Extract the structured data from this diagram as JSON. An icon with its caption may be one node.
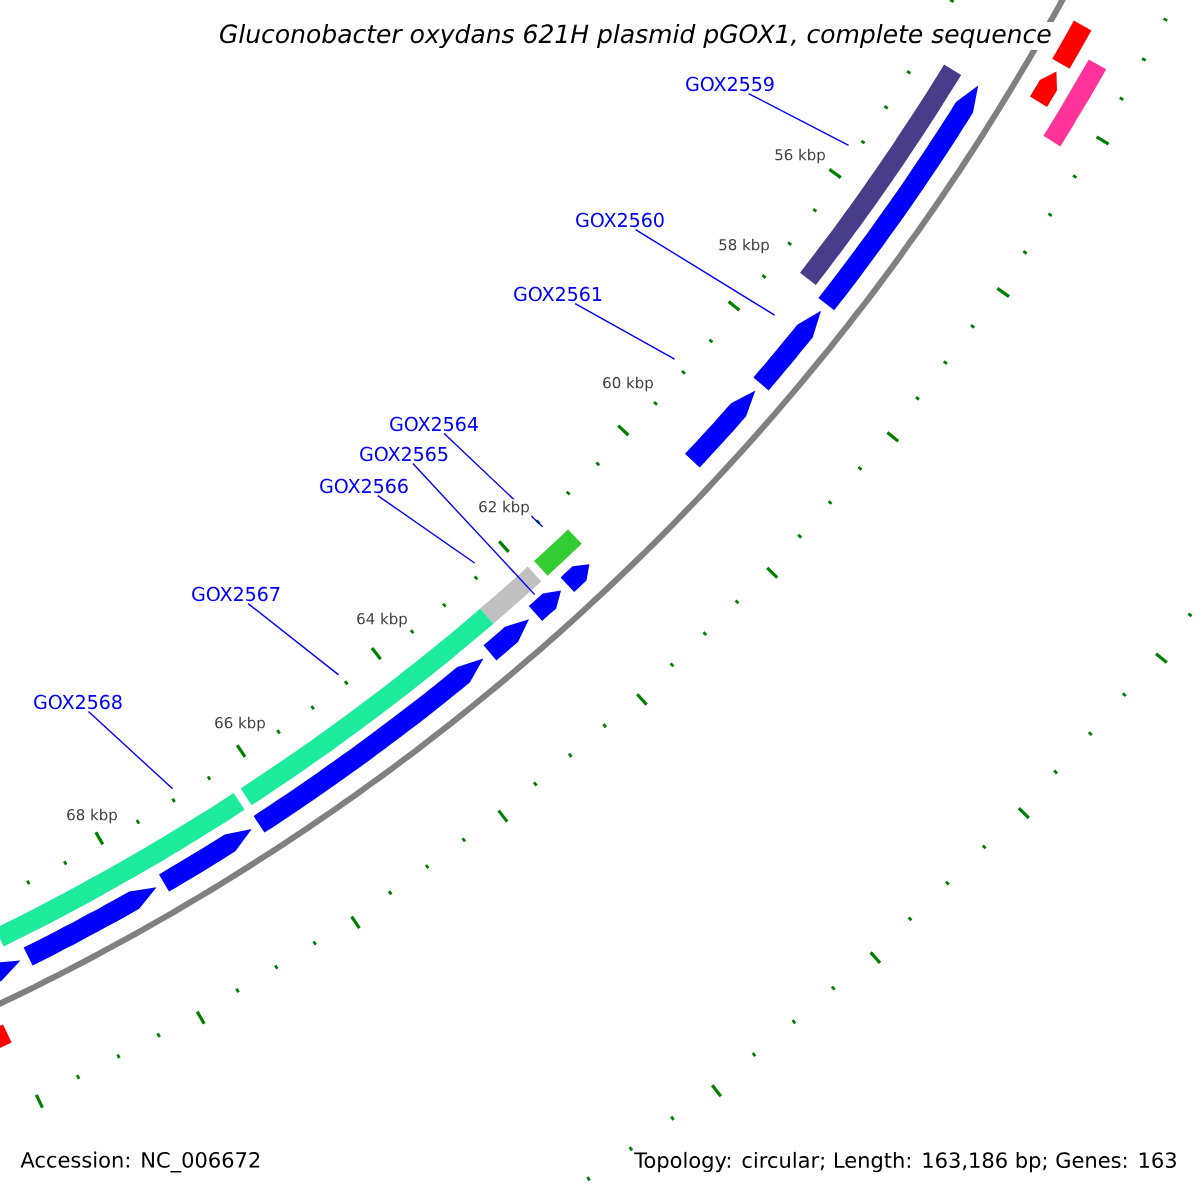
{
  "diagram": {
    "title": "Gluconobacter oxydans 621H plasmid pGOX1, complete sequence",
    "nodes": [
      {
        "text": [
          "GOX2559"
        ]
      },
      {
        "text": [
          "GOX2560"
        ]
      },
      {
        "text": [
          "GOX2561"
        ]
      },
      {
        "text": [
          "GOX2564"
        ]
      },
      {
        "text": [
          "GOX2565"
        ]
      },
      {
        "text": [
          "GOX2566"
        ]
      },
      {
        "text": [
          "GOX2567"
        ]
      },
      {
        "text": [
          "GOX2568"
        ]
      },
      {
        "text": [],
        "shape": "bar"
      },
      {
        "text": [],
        "shape": "bar"
      },
      {
        "text": [],
        "shape": "pentagon"
      },
      {
        "text": [],
        "shape": "bar"
      },
      {
        "text": [],
        "shape": "pentagon"
      },
      {
        "text": [],
        "shape": "pentagon"
      },
      {
        "text": [],
        "shape": "pentagon"
      },
      {
        "text": [],
        "shape": "bar"
      },
      {
        "text": [],
        "shape": "pentagon"
      },
      {
        "text": [],
        "shape": "pentagon"
      },
      {
        "text": [],
        "shape": "bar"
      },
      {
        "text": [],
        "shape": "pentagon"
      },
      {
        "text": [],
        "shape": "bar"
      },
      {
        "text": [],
        "shape": "pentagon"
      },
      {
        "text": [],
        "shape": "bar"
      },
      {
        "text": [],
        "shape": "pentagon"
      },
      {
        "text": [],
        "shape": "pentagon"
      },
      {
        "text": [],
        "shape": "pentagon"
      },
      {
        "text": [],
        "shape": "bar"
      }
    ],
    "edges": [
      {
        "from": 0,
        "to": 11,
        "arrow": "none"
      },
      {
        "from": 1,
        "to": 13,
        "arrow": "none"
      },
      {
        "from": 2,
        "to": 14,
        "arrow": "none"
      },
      {
        "from": 3,
        "to": 15,
        "arrow": "none"
      },
      {
        "from": 4,
        "to": 17,
        "arrow": "none"
      },
      {
        "from": 5,
        "to": 18,
        "arrow": "none"
      },
      {
        "from": 6,
        "to": 20,
        "arrow": "none"
      },
      {
        "from": 7,
        "to": 22,
        "arrow": "none"
      }
    ],
    "labels": [
      "56 kbp",
      "58 kbp",
      "60 kbp",
      "62 kbp",
      "64 kbp",
      "66 kbp",
      "68 kbp",
      "Accession: NC_006672",
      "Topology: circular; Length: 163,186 bp; Genes: 163"
    ]
  }
}
